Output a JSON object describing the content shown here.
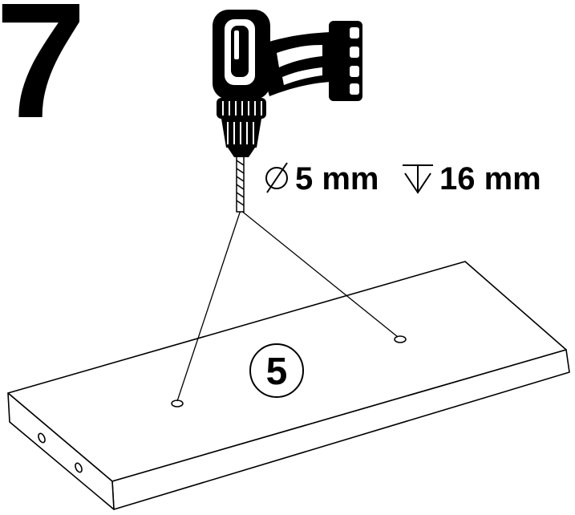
{
  "step": {
    "number": "7"
  },
  "drill_spec": {
    "diameter": "5 mm",
    "depth": "16 mm",
    "diameter_symbol_icon": "diameter-symbol-icon",
    "depth_symbol_icon": "depth-symbol-icon"
  },
  "part": {
    "label": "5"
  },
  "icons": {
    "drill": "power-drill-icon"
  },
  "colors": {
    "ink": "#000000",
    "paper": "#ffffff"
  }
}
